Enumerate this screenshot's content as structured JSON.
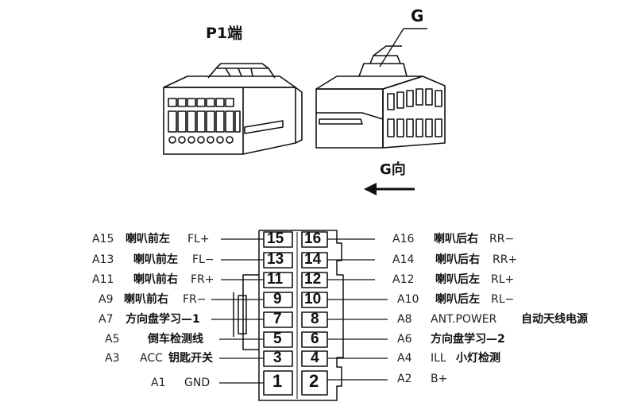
{
  "header": {
    "p1_title": "P1端",
    "g_label": "G",
    "g_direction": "G向"
  },
  "left_pins": [
    {
      "code": "A15",
      "name": "喇叭前左",
      "signal": "FL+",
      "pin": "15"
    },
    {
      "code": "A13",
      "name": "喇叭前左",
      "signal": "FL−",
      "pin": "13"
    },
    {
      "code": "A11",
      "name": "喇叭前右",
      "signal": "FR+",
      "pin": "11"
    },
    {
      "code": "A9",
      "name": "喇叭前右",
      "signal": "FR−",
      "pin": "9"
    },
    {
      "code": "A7",
      "name": "方向盘学习—1",
      "signal": "",
      "pin": "7"
    },
    {
      "code": "A5",
      "name": "倒车检测线",
      "signal": "",
      "pin": "5"
    },
    {
      "code": "A3",
      "name": "钥匙开关",
      "signal": "ACC",
      "pin": "3"
    },
    {
      "code": "A1",
      "name": "",
      "signal": "GND",
      "pin": "1"
    }
  ],
  "right_pins": [
    {
      "code": "A16",
      "name": "喇叭后右",
      "signal": "RR−",
      "pin": "16"
    },
    {
      "code": "A14",
      "name": "喇叭后右",
      "signal": "RR+",
      "pin": "14"
    },
    {
      "code": "A12",
      "name": "喇叭后左",
      "signal": "RL+",
      "pin": "12"
    },
    {
      "code": "A10",
      "name": "喇叭后左",
      "signal": "RL−",
      "pin": "10"
    },
    {
      "code": "A8",
      "name": "自动天线电源",
      "signal": "ANT.POWER",
      "pin": "8"
    },
    {
      "code": "A6",
      "name": "方向盘学习—2",
      "signal": "",
      "pin": "6"
    },
    {
      "code": "A4",
      "name": "小灯检测",
      "signal": "ILL",
      "pin": "4"
    },
    {
      "code": "A2",
      "name": "",
      "signal": "B+",
      "pin": "2"
    }
  ],
  "colors": {
    "ink": "#111111",
    "background": "#ffffff"
  }
}
